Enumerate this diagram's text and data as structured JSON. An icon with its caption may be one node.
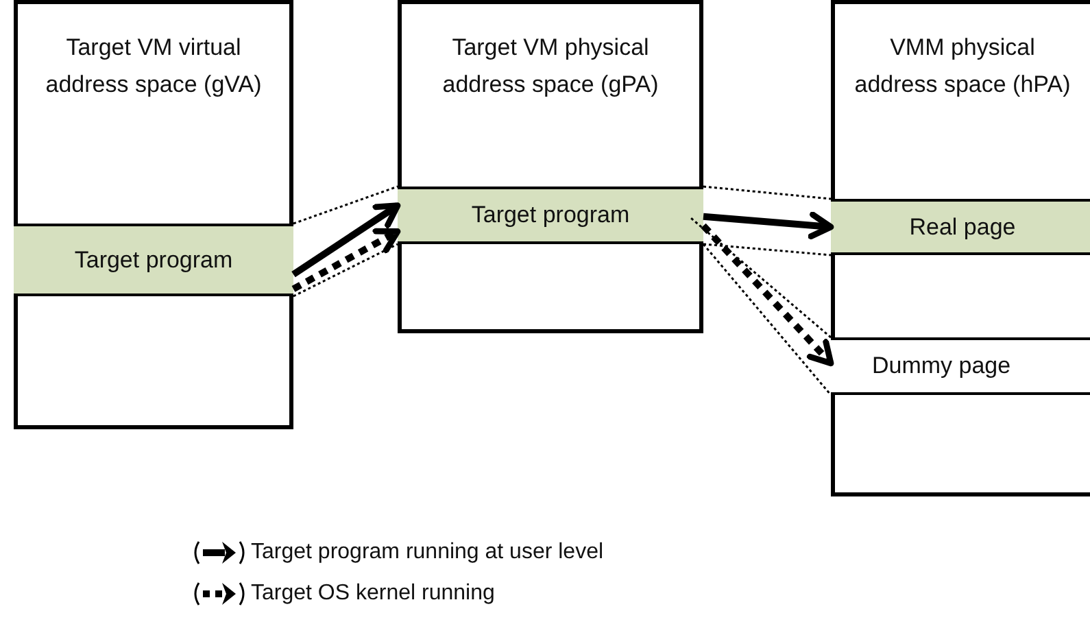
{
  "diagram": {
    "nodes": [
      {
        "text": [
          "Target  VM virtual address space (gVA)"
        ]
      },
      {
        "text": [
          "Target program"
        ],
        "in": 0
      },
      {
        "text": [
          "Target  VM physical address space (gPA)"
        ]
      },
      {
        "text": [
          "Target program"
        ],
        "in": 2
      },
      {
        "text": [
          "VMM physical address space (hPA)"
        ]
      },
      {
        "text": [
          "Real page"
        ],
        "in": 4
      },
      {
        "text": [
          "Dummy page"
        ],
        "in": 4
      }
    ],
    "edges": [
      {
        "from": 1,
        "to": 3,
        "arrow": "none",
        "style": "dashed"
      },
      {
        "from": 1,
        "to": 3,
        "arrow": "none",
        "style": "dashed"
      },
      {
        "from": 1,
        "to": 3,
        "arrow": "to",
        "style": "thick"
      },
      {
        "from": 1,
        "to": 3,
        "arrow": "to",
        "style": "dashed"
      },
      {
        "from": 3,
        "to": 5,
        "arrow": "none",
        "style": "dashed"
      },
      {
        "from": 3,
        "to": 5,
        "arrow": "none",
        "style": "dashed"
      },
      {
        "from": 3,
        "to": 6,
        "arrow": "none",
        "style": "dashed"
      },
      {
        "from": 3,
        "to": 6,
        "arrow": "none",
        "style": "dashed"
      },
      {
        "from": 3,
        "to": 5,
        "arrow": "to",
        "style": "thick"
      },
      {
        "from": 3,
        "to": 6,
        "arrow": "to",
        "style": "dashed"
      }
    ],
    "legend": [
      {
        "text": "Target program running at user level"
      },
      {
        "text": "Target OS kernel running"
      }
    ]
  }
}
